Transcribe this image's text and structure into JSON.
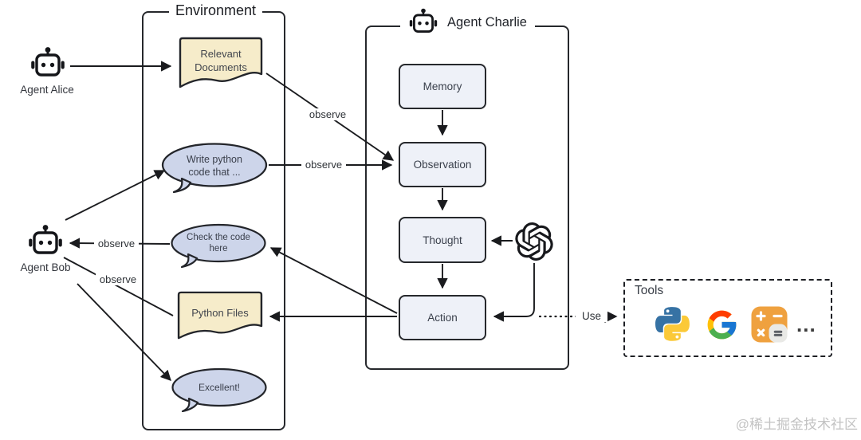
{
  "colors": {
    "flow_box_fill": "#eef1f8",
    "document_fill": "#f6ecca",
    "bubble_fill": "#cdd5ea",
    "outline": "#26282c"
  },
  "environment": {
    "title": "Environment",
    "relevant_documents": {
      "line1": "Relevant",
      "line2": "Documents"
    },
    "write_bubble": {
      "line1": "Write python",
      "line2": "code that ..."
    },
    "check_bubble": {
      "line1": "Check the code",
      "line2": "here"
    },
    "python_files": {
      "label": "Python Files"
    },
    "excellent_bubble": {
      "label": "Excellent!"
    }
  },
  "agents": {
    "alice": {
      "label": "Agent Alice"
    },
    "bob": {
      "label": "Agent Bob"
    },
    "charlie": {
      "title": "Agent Charlie",
      "steps": [
        "Memory",
        "Observation",
        "Thought",
        "Action"
      ]
    }
  },
  "edge_labels": {
    "observe": "observe",
    "use": "Use"
  },
  "tools": {
    "title": "Tools",
    "icons": [
      "python",
      "google-search",
      "calculator"
    ],
    "ellipsis": "..."
  },
  "llm": {
    "icon": "openai"
  },
  "watermark": "@稀土掘金技术社区"
}
